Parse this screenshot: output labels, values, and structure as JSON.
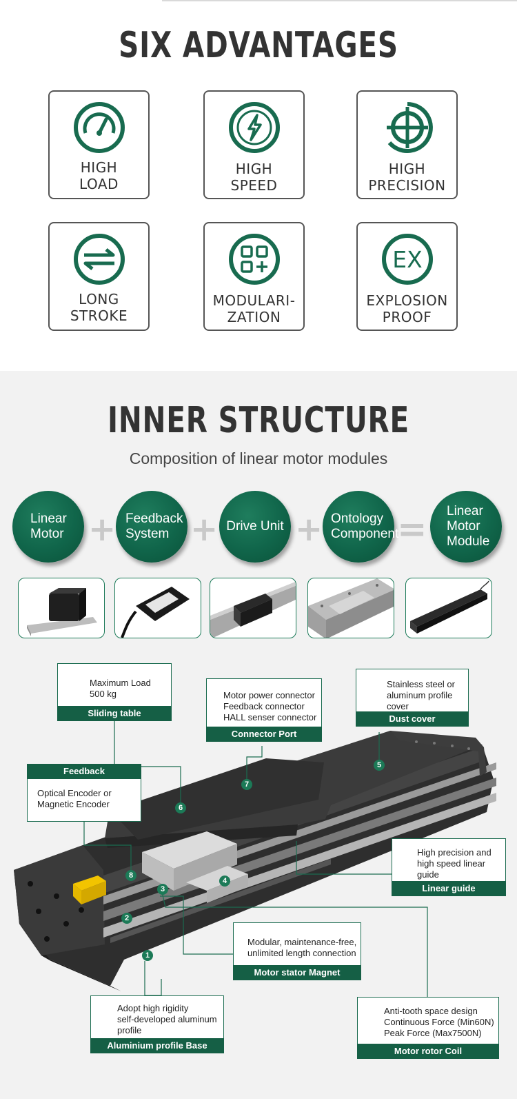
{
  "advantages": {
    "title": "SIX ADVANTAGES",
    "items": [
      {
        "label": "HIGH\nLOAD",
        "icon": "gauge-icon"
      },
      {
        "label": "HIGH\nSPEED",
        "icon": "lightning-icon"
      },
      {
        "label": "HIGH\nPRECISION",
        "icon": "crosshair-icon"
      },
      {
        "label": "LONG\nSTROKE",
        "icon": "arrows-exchange-icon"
      },
      {
        "label": "MODULARI-\nZATION",
        "icon": "modules-icon"
      },
      {
        "label": "EXPLOSION\nPROOF",
        "icon": "ex-icon"
      }
    ]
  },
  "structure": {
    "title": "INNER STRUCTURE",
    "subtitle": "Composition of linear motor modules",
    "components": [
      "Linear\nMotor",
      "Feedback\nSystem",
      "Drive Unit",
      "Ontology\nComponent",
      "Linear\nMotor\nModule"
    ],
    "operators": [
      "+",
      "+",
      "+",
      "="
    ]
  },
  "callouts": {
    "sliding_table": {
      "desc": "Maximum Load\n500 kg",
      "label": "Sliding table"
    },
    "connector_port": {
      "desc": "Motor power connector\nFeedback connector\nHALL senser connector",
      "label": "Connector Port"
    },
    "dust_cover": {
      "desc": "Stainless steel or\naluminum profile\ncover",
      "label": "Dust cover"
    },
    "feedback": {
      "desc": "Optical Encoder or\nMagnetic Encoder",
      "label": "Feedback"
    },
    "linear_guide": {
      "desc": "High precision and\nhigh speed linear\nguide",
      "label": "Linear guide"
    },
    "stator_magnet": {
      "desc": "Modular, maintenance-free,\nunlimited length connection",
      "label": "Motor stator Magnet"
    },
    "profile_base": {
      "desc": "Adopt high rigidity\nself-developed aluminum\nprofile",
      "label": "Aluminium profile Base"
    },
    "rotor_coil": {
      "desc": "Anti-tooth space design\nContinuous Force (Min60N)\nPeak Force (Max7500N)",
      "label": "Motor rotor Coil"
    }
  },
  "markers": [
    "1",
    "2",
    "3",
    "4",
    "5",
    "6",
    "7",
    "8"
  ],
  "colors": {
    "accent": "#155f45",
    "circle": "#10654a",
    "bg_section2": "#f2f2f2"
  }
}
